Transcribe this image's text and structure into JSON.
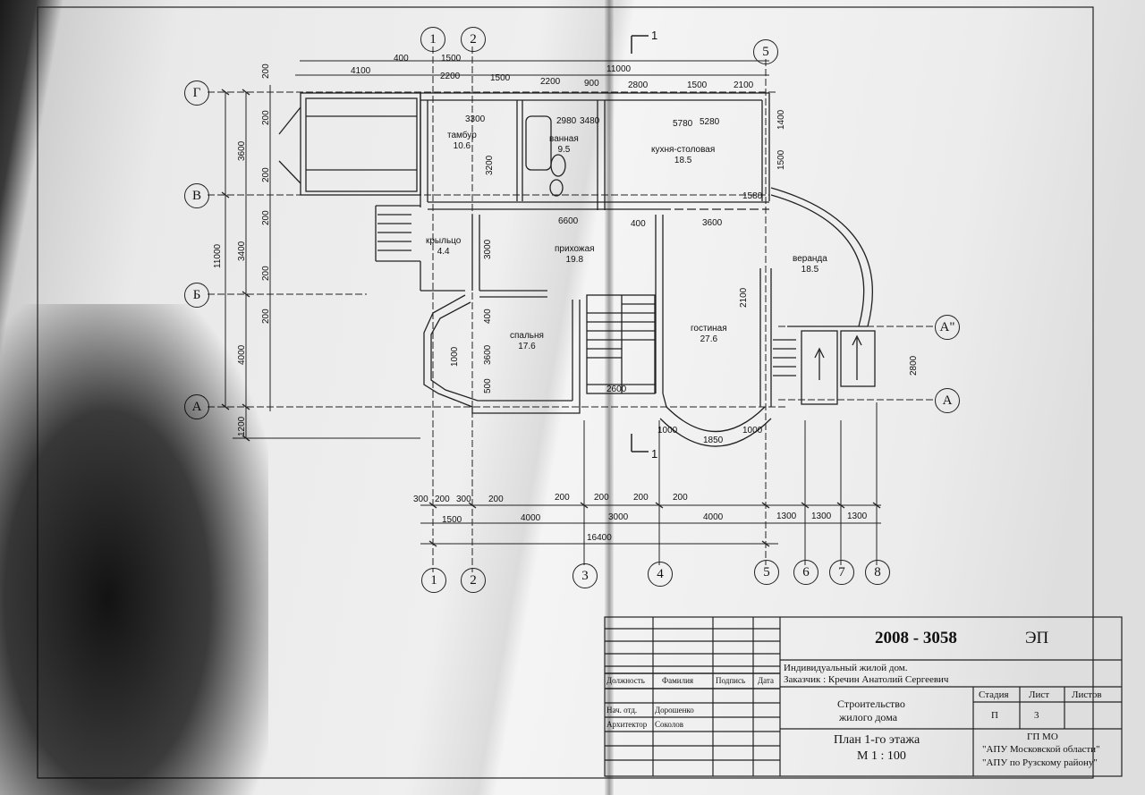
{
  "drawing": {
    "axes_letters": [
      "Г",
      "В",
      "Б",
      "А"
    ],
    "axes_numbers_top": [
      "1",
      "2",
      "5"
    ],
    "axes_numbers_bottom": [
      "1",
      "2",
      "3",
      "4",
      "5",
      "6",
      "7",
      "8"
    ],
    "axis_a_right": "А",
    "axis_a2_right": "А\"",
    "section_mark": "1",
    "rooms": [
      {
        "name": "тамбур",
        "area": "10.6"
      },
      {
        "name": "ванная",
        "area": "9.5"
      },
      {
        "name": "кухня-столовая",
        "area": "18.5"
      },
      {
        "name": "крыльцо",
        "area": "4.4"
      },
      {
        "name": "прихожая",
        "area": "19.8"
      },
      {
        "name": "веранда",
        "area": "18.5"
      },
      {
        "name": "спальня",
        "area": "17.6"
      },
      {
        "name": "гостиная",
        "area": "27.6"
      }
    ],
    "dims_top": [
      "400",
      "1500",
      "4100",
      "2200",
      "1500",
      "2200",
      "900",
      "2800",
      "1500",
      "2100",
      "11000",
      "3300",
      "2980",
      "3480",
      "5780",
      "5280"
    ],
    "dims_left": [
      "200",
      "3600",
      "200",
      "200",
      "200",
      "3400",
      "11000",
      "200",
      "200",
      "4000",
      "1200"
    ],
    "dims_inner": [
      "3200",
      "3000",
      "400",
      "3600",
      "500",
      "1000",
      "6600",
      "400",
      "3600",
      "2100",
      "1500",
      "1400",
      "2600",
      "1850",
      "1000",
      "1000",
      "2800",
      "1580"
    ],
    "dims_bottom_row1": [
      "300",
      "200",
      "300",
      "200",
      "200",
      "200",
      "200",
      "200"
    ],
    "dims_bottom_row2": [
      "1500",
      "4000",
      "3000",
      "4000",
      "1300",
      "1300",
      "1300"
    ],
    "dims_bottom_total": "16400"
  },
  "title_block": {
    "code": "2008 - 3058",
    "mark": "ЭП",
    "object_line1": "Индивидуальный жилой дом.",
    "object_line2": "Заказчик : Кречин  Анатолий  Сергеевич",
    "col_role": "Должность",
    "col_surname": "Фамилия",
    "col_sign": "Подпись",
    "col_date": "Дата",
    "row1_role": "Нач. отд.",
    "row1_name": "Дорошенко",
    "row2_role": "Архитектор",
    "row2_name": "Соколов",
    "project_line1": "Строительство",
    "project_line2": "жилого дома",
    "stage_header": "Стадия",
    "sheet_header": "Лист",
    "sheets_header": "Листов",
    "stage_value": "П",
    "sheet_value": "3",
    "sheets_value": "",
    "plan_title": "План  1-го этажа",
    "scale": "М   1 : 100",
    "org_line1": "ГП  МО",
    "org_line2": "\"АПУ Московской области\"",
    "org_line3": "\"АПУ по Рузскому району\""
  }
}
